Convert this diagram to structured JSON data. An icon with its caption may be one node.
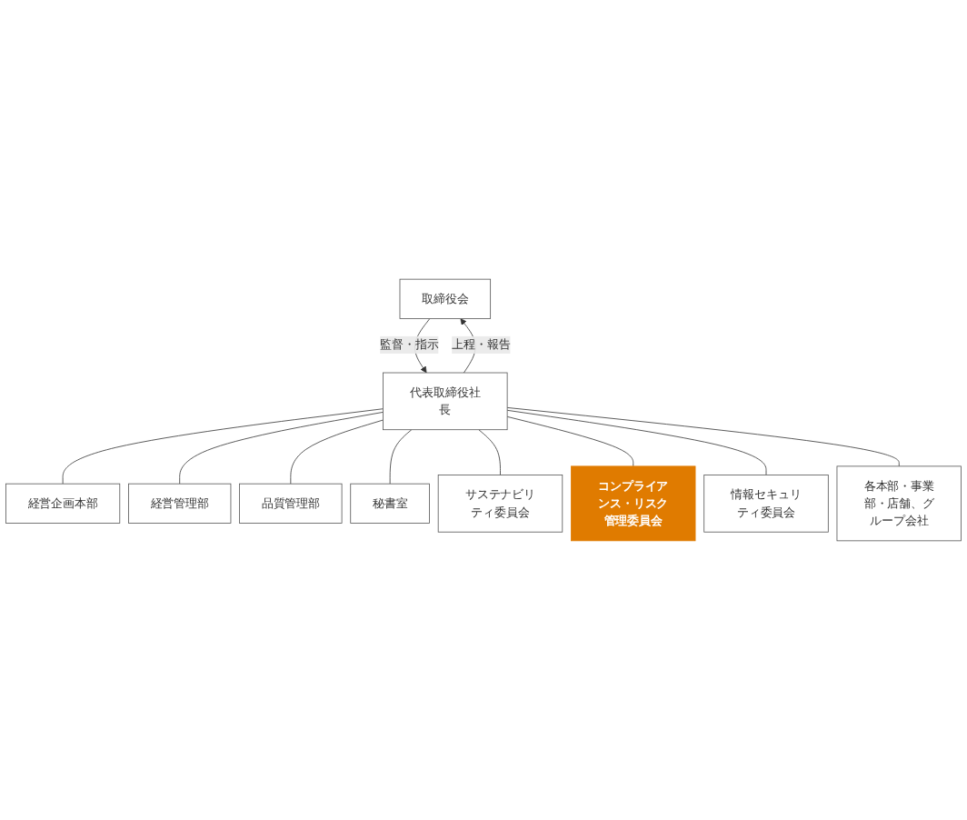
{
  "diagram": {
    "nodes": [
      {
        "text": [
          "取締役会"
        ]
      },
      {
        "text": [
          "代表取締役社長"
        ]
      },
      {
        "text": [
          "経営企画本部"
        ]
      },
      {
        "text": [
          "経営管理部"
        ]
      },
      {
        "text": [
          "品質管理部"
        ]
      },
      {
        "text": [
          "秘書室"
        ]
      },
      {
        "text": [
          "サステナビリティ委員会"
        ]
      },
      {
        "text": [
          "コンプライアンス・リスク管理委員会"
        ]
      },
      {
        "text": [
          "情報セキュリティ委員会"
        ]
      },
      {
        "text": [
          "各本部・事業部・店舗、グループ会社"
        ]
      }
    ],
    "edges": [
      {
        "from": 1,
        "to": 0,
        "arrow": "to",
        "label": "上程・報告"
      },
      {
        "from": 0,
        "to": 1,
        "arrow": "to",
        "label": "監督・指示"
      },
      {
        "from": 1,
        "to": 2,
        "arrow": "none"
      },
      {
        "from": 1,
        "to": 3,
        "arrow": "none"
      },
      {
        "from": 1,
        "to": 4,
        "arrow": "none"
      },
      {
        "from": 1,
        "to": 5,
        "arrow": "none"
      },
      {
        "from": 1,
        "to": 6,
        "arrow": "none"
      },
      {
        "from": 1,
        "to": 7,
        "arrow": "none"
      },
      {
        "from": 1,
        "to": 8,
        "arrow": "none"
      },
      {
        "from": 1,
        "to": 9,
        "arrow": "none"
      }
    ]
  }
}
